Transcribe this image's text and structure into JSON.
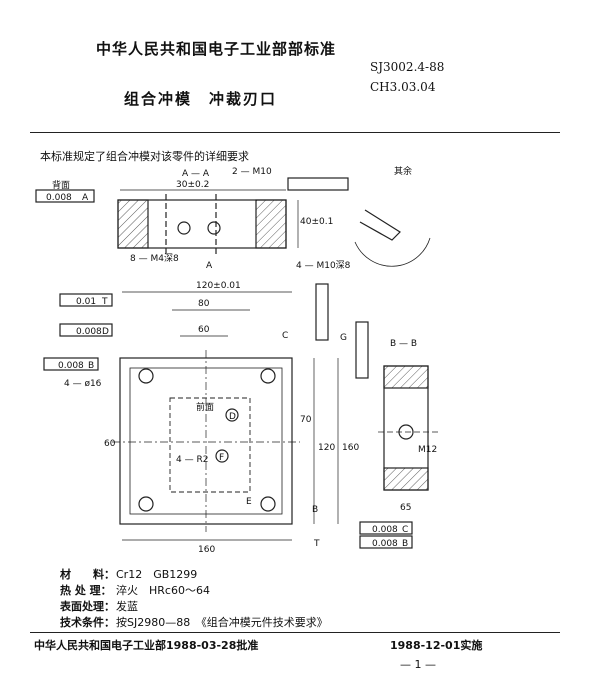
{
  "header": {
    "org": "中华人民共和国电子工业部部标准",
    "code1": "SJ3002.4-88",
    "code2": "CH3.03.04",
    "title": "组合冲模　冲裁刃口"
  },
  "intro": "本标准规定了组合冲模对该零件的详细要求",
  "drawing": {
    "section_label": "A — A",
    "view_label": "B — B",
    "dim_30": "30±0.2",
    "dim_2m10": "2 — M10",
    "dim_40": "40±0.1",
    "dim_8m4": "8 — M4深8",
    "dim_4m10": "4 — M10深8",
    "dim_120": "120±0.01",
    "dim_80": "80",
    "dim_60": "60",
    "dim_160a": "160",
    "dim_160b": "160",
    "dim_120v": "120",
    "dim_70": "70",
    "dim_60v": "60",
    "dim_4r2": "4 — R2",
    "dim_4d16": "4 — ø16",
    "dim_m12": "M12",
    "dim_65": "65",
    "tol_perp_a": "0.008",
    "tol_flat": "0.01",
    "tol_par_d": "0.008",
    "tol_par_b": "0.008",
    "tol_par_c": "0.008",
    "tol_perp_b": "0.008",
    "datum_a": "A",
    "datum_b": "B",
    "datum_c": "C",
    "datum_d": "D",
    "datum_e": "E",
    "datum_f": "F",
    "datum_t": "T",
    "datum_g": "G",
    "note_back": "背面",
    "note_front": "前面",
    "roughness_note": "其余"
  },
  "spec": {
    "material_label": "材　　料：",
    "material_value": "Cr12　GB1299",
    "heat_label": "热 处 理：",
    "heat_value": "淬火　HRc60～64",
    "surface_label": "表面处理：",
    "surface_value": "发蓝",
    "tech_label": "技术条件：",
    "tech_value": "按SJ2980—88　《组合冲模元件技术要求》"
  },
  "footer": {
    "approved": "中华人民共和国电子工业部1988-03-28批准",
    "effective": "1988-12-01实施",
    "page": "— 1 —"
  }
}
